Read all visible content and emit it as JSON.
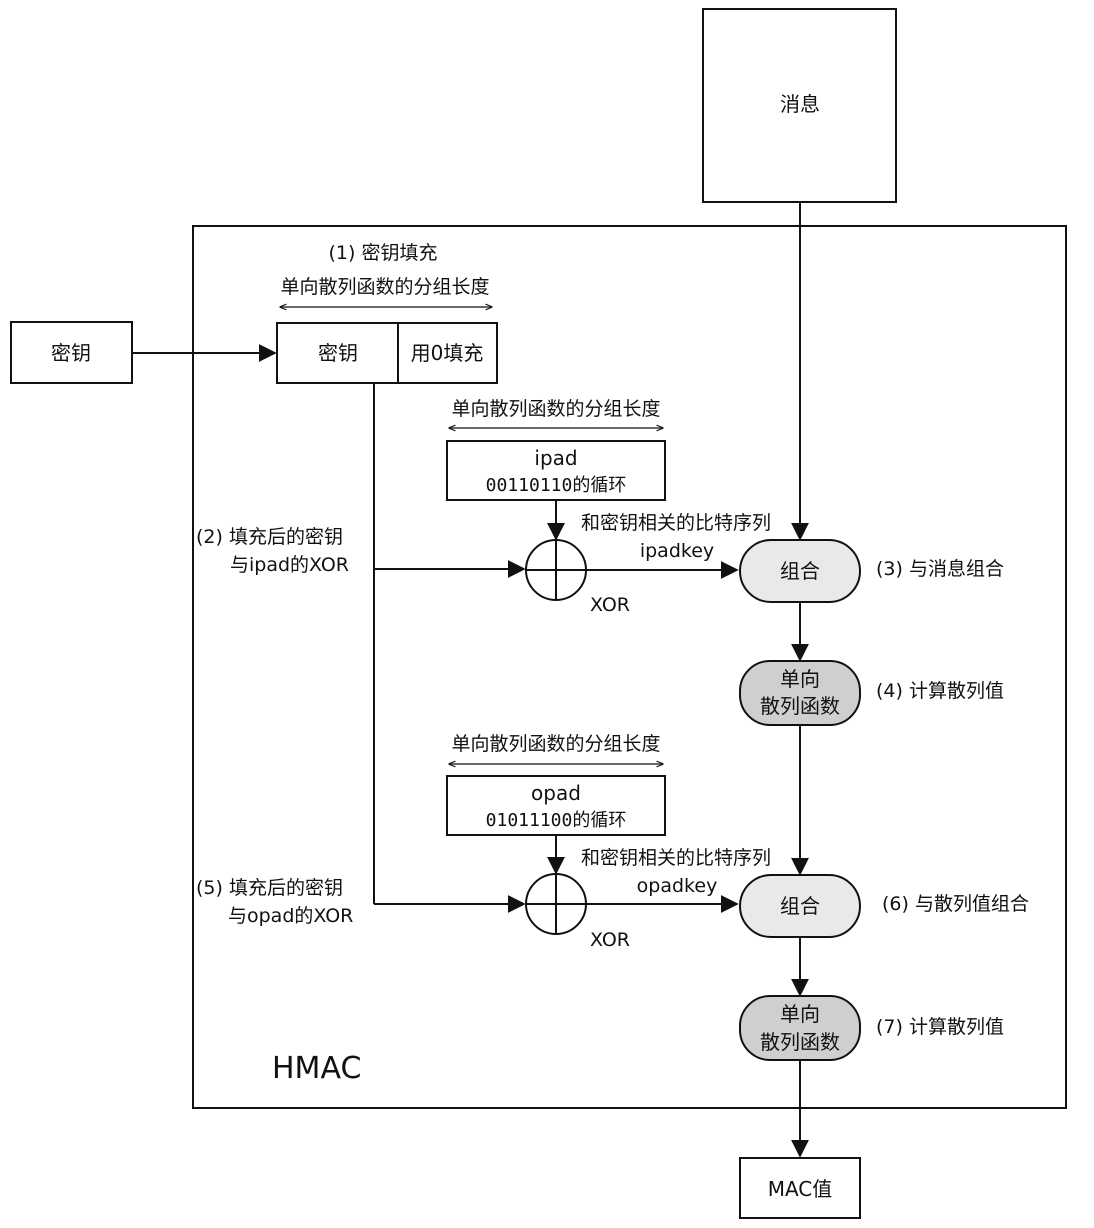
{
  "message": {
    "label": "消息"
  },
  "key": {
    "label": "密钥"
  },
  "step1": {
    "title": "(1) 密钥填充",
    "block_length": "单向散列函数的分组长度"
  },
  "padded_key": {
    "key_part": "密钥",
    "pad_part": "用0填充"
  },
  "ipad": {
    "block_length": "单向散列函数的分组长度",
    "name": "ipad",
    "value": "00110110的循环"
  },
  "step2": {
    "line1": "(2) 填充后的密钥",
    "line2": "与ipad的XOR"
  },
  "xor1": {
    "label": "XOR"
  },
  "ipadkey": {
    "desc": "和密钥相关的比特序列",
    "name": "ipadkey"
  },
  "combine1": {
    "label": "组合",
    "step": "(3) 与消息组合"
  },
  "hash1": {
    "line1": "单向",
    "line2": "散列函数",
    "step": "(4) 计算散列值"
  },
  "opad": {
    "block_length": "单向散列函数的分组长度",
    "name": "opad",
    "value": "01011100的循环"
  },
  "step5": {
    "line1": "(5) 填充后的密钥",
    "line2": "与opad的XOR"
  },
  "xor2": {
    "label": "XOR"
  },
  "opadkey": {
    "desc": "和密钥相关的比特序列",
    "name": "opadkey"
  },
  "combine2": {
    "label": "组合",
    "step": "(6) 与散列值组合"
  },
  "hash2": {
    "line1": "单向",
    "line2": "散列函数",
    "step": "(7) 计算散列值"
  },
  "hmac": {
    "label": "HMAC"
  },
  "mac": {
    "label": "MAC值"
  },
  "colors": {
    "stroke": "#111111",
    "pill_fill": "#e9e9e9",
    "hash_fill": "#cfcfcf",
    "background": "#ffffff"
  }
}
